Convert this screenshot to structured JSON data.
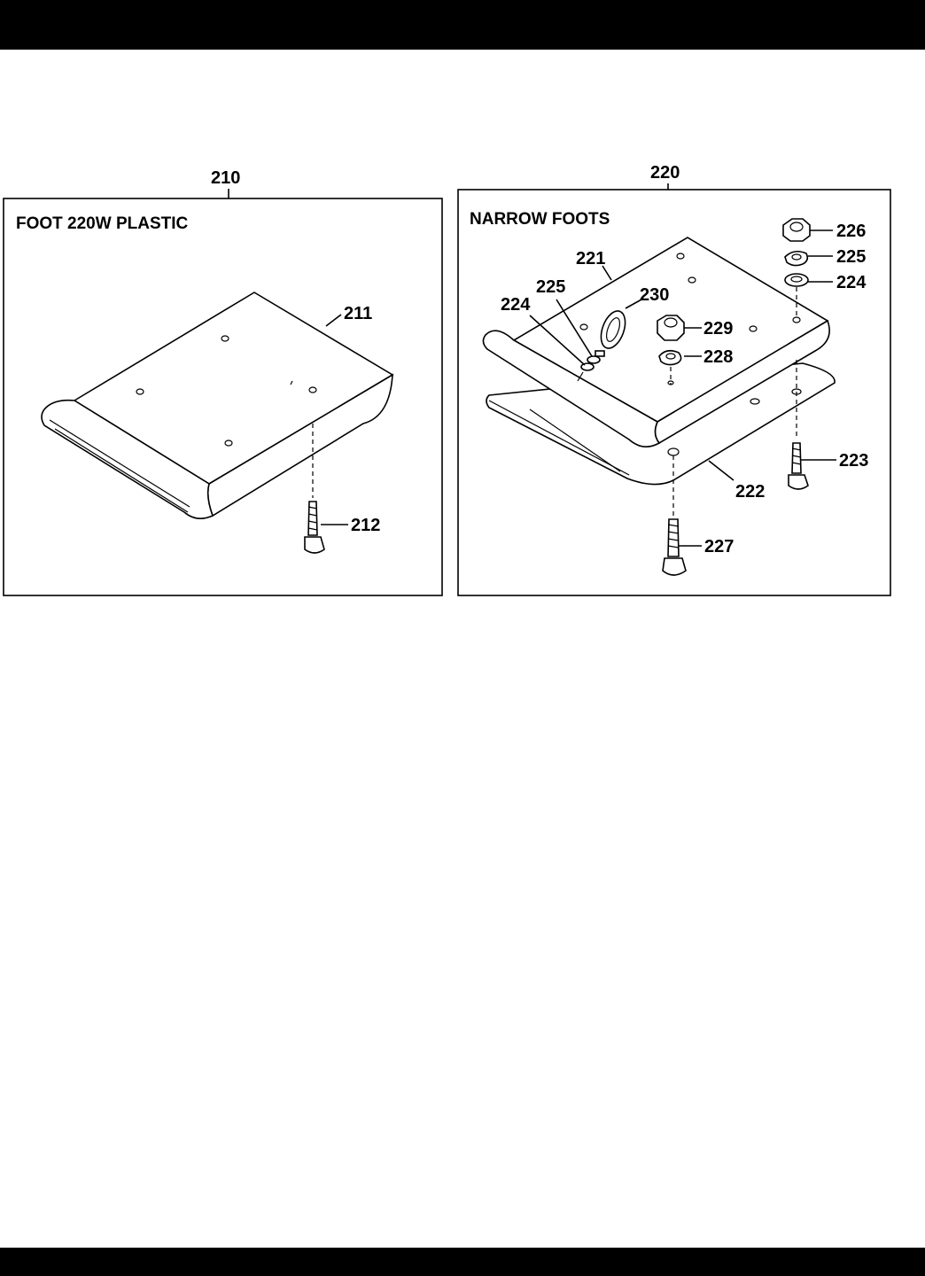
{
  "panels": [
    {
      "number": "210",
      "title": "FOOT 220W PLASTIC",
      "callouts": [
        "211",
        "212"
      ]
    },
    {
      "number": "220",
      "title": "NARROW FOOTS",
      "callouts": [
        "221",
        "222",
        "223",
        "224",
        "225",
        "226",
        "227",
        "228",
        "229",
        "230",
        "224",
        "225"
      ]
    }
  ]
}
